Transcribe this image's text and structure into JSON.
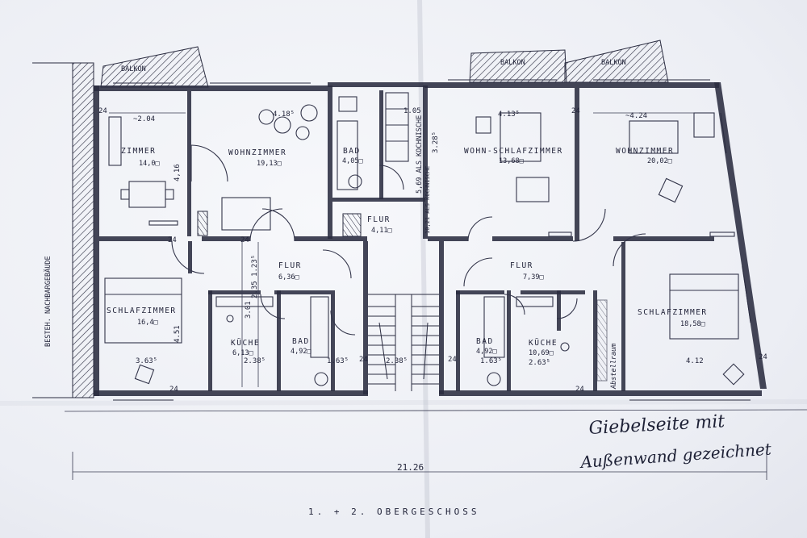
{
  "side_label": "BESTEH. NACHBARGEBÄUDE",
  "balconies": [
    "BALKON",
    "BALKON",
    "BALKON"
  ],
  "rooms": {
    "zimmer_left": {
      "name": "ZIMMER",
      "area": "14,0□"
    },
    "wohnzimmer_left": {
      "name": "WOHNZIMMER",
      "area": "19,13□"
    },
    "bad_left_top": {
      "name": "BAD",
      "area": "4,05□"
    },
    "flur_center": {
      "name": "FLUR",
      "area": "4,11□"
    },
    "wohn_schlafzimmer": {
      "name": "WOHN-SCHLAFZIMMER",
      "area": "13,68□"
    },
    "wohnzimmer_right": {
      "name": "WOHNZIMMER",
      "area": "20,02□"
    },
    "schlafzimmer_left": {
      "name": "SCHLAFZIMMER",
      "area": "16,4□"
    },
    "flur_left": {
      "name": "FLUR",
      "area": "6,36□"
    },
    "kueche_left": {
      "name": "KÜCHE",
      "area": "6,13□"
    },
    "bad_left_bottom": {
      "name": "BAD",
      "area": "4,92□"
    },
    "flur_right": {
      "name": "FLUR",
      "area": "7,39□"
    },
    "bad_right": {
      "name": "BAD",
      "area": "4,92□"
    },
    "kueche_right": {
      "name": "KÜCHE",
      "area": "10,69□"
    },
    "schlafzimmer_right": {
      "name": "SCHLAFZIMMER",
      "area": "18,58□"
    }
  },
  "annotations": {
    "kochnische": "5,69 ALS KOCHNISCHE",
    "abstellraum": "Abstellraum",
    "sep_kochnische": "10,21 ALS KOCHNISCHE"
  },
  "dimensions": {
    "d_2_04": "~2.04",
    "d_4_16": "4,16",
    "d_4_18": "4.18⁵",
    "d_1_05": "1.05",
    "d_4_13": "4.13⁵",
    "d_4_24": "~4.24",
    "d_24_a": "24",
    "d_24_b": "24",
    "d_24_c": "24",
    "d_24_d": "24",
    "d_24_e": "24",
    "d_24_f": "24",
    "d_24_g": "24",
    "d_24_h": "24",
    "d_24_i": "24",
    "d_3_01": "3.01",
    "d_2_35": "2.35 1.23⁵",
    "d_4_51": "4.51",
    "d_3_63": "3.63⁵",
    "d_2_38a": "2.38⁵",
    "d_1_63a": "1.63⁵",
    "d_2_38b": "2.38⁵",
    "d_1_63b": "1.63⁵",
    "d_2_63": "2.63⁵",
    "d_4_12": "4.12",
    "d_3_28": "3.28⁵",
    "total": "21.26"
  },
  "handwriting": {
    "line1": "Giebelseite mit",
    "line2": "Außenwand gezeichnet"
  },
  "title": "1. + 2. OBERGESCHOSS"
}
